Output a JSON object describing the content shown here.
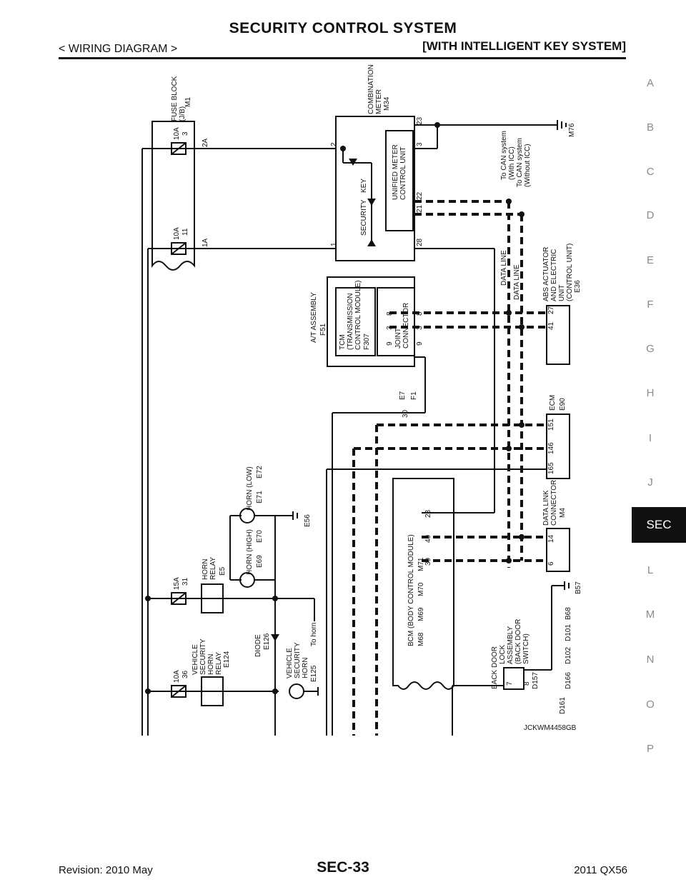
{
  "header": {
    "title": "SECURITY CONTROL SYSTEM",
    "left": "< WIRING DIAGRAM >",
    "right": "[WITH INTELLIGENT KEY SYSTEM]"
  },
  "side_index": [
    "A",
    "B",
    "C",
    "D",
    "E",
    "F",
    "G",
    "H",
    "I",
    "J",
    "SEC",
    "L",
    "M",
    "N",
    "O",
    "P"
  ],
  "active_tab": "SEC",
  "footer": {
    "revision": "Revision: 2010 May",
    "page": "SEC-33",
    "model": "2011 QX56"
  },
  "diagram": {
    "code": "JCKWM4458GB",
    "fuse_block": {
      "label1": "FUSE BLOCK",
      "label2": "(J/B)",
      "conn": "M1"
    },
    "fuses": [
      {
        "amp": "10A",
        "num": "3",
        "pin": "2A"
      },
      {
        "amp": "10A",
        "num": "11",
        "pin": "1A"
      },
      {
        "amp": "15A",
        "num": "31"
      },
      {
        "amp": "10A",
        "num": "36"
      }
    ],
    "combination_meter": {
      "label1": "COMBINATION",
      "label2": "METER",
      "conn": "M34",
      "unit1": "UNIFIED METER",
      "unit2": "CONTROL UNIT",
      "security": "SECURITY",
      "key": "KEY",
      "pins": [
        "2",
        "1",
        "3",
        "23",
        "21",
        "22",
        "28"
      ]
    },
    "ground_m76": "M76",
    "can_notes": [
      "To CAN system",
      "(With ICC)",
      "To CAN system",
      "(Without ICC)"
    ],
    "data_line": "DATA LINE",
    "abs": {
      "l1": "ABS ACTUATOR",
      "l2": "AND ELECTRIC",
      "l3": "UNIT",
      "l4": "(CONTROL UNIT)",
      "conn": "E36",
      "pins": [
        "41",
        "27"
      ]
    },
    "at_assembly": {
      "label": "A/T ASSEMBLY",
      "conn": "F51",
      "tcm1": "TCM",
      "tcm2": "(TRANSMISSION",
      "tcm3": "CONTROL MODULE)",
      "tcm_conn": "F307",
      "tcm_pins": [
        "9",
        "3",
        "8"
      ],
      "joint1": "JOINT",
      "joint2": "CONNECTOR",
      "joint_pins": [
        "9",
        "3",
        "8"
      ]
    },
    "connector_e7": {
      "a": "E7",
      "b": "F1",
      "pin": "30"
    },
    "ecm": {
      "label": "ECM",
      "conn": "E90",
      "pins": [
        "165",
        "146",
        "151"
      ]
    },
    "horn_low": {
      "label": "HORN (LOW)",
      "c1": "E71",
      "c2": "E72"
    },
    "horn_high": {
      "label": "HORN (HIGH)",
      "c1": "E69",
      "c2": "E70"
    },
    "horn_relay": {
      "l1": "HORN",
      "l2": "RELAY",
      "conn": "E5"
    },
    "ground_e56": "E56",
    "dlc": {
      "l1": "DATA LINK",
      "l2": "CONNECTOR",
      "conn": "M4",
      "pins": [
        "6",
        "14"
      ]
    },
    "bcm": {
      "label": "BCM (BODY CONTROL MODULE)",
      "c1": "M68",
      "c2": "M69",
      "c3": "M70",
      "c4": "M71",
      "pins": [
        "39",
        "40",
        "23"
      ]
    },
    "ground_b57": "B57",
    "connectors_b68": [
      "B68",
      "D101",
      "D102",
      "D166"
    ],
    "back_door": {
      "l1": "BACK DOOR",
      "l2": "LOCK",
      "l3": "ASSEMBLY",
      "l4": "(BACK DOOR",
      "l5": "SWITCH)",
      "conn": "D157",
      "conn2": "D161",
      "pins": [
        "7",
        "8"
      ]
    },
    "diode": {
      "label": "DIODE",
      "conn": "E126"
    },
    "to_horn": "To horn",
    "vsh_relay": {
      "l1": "VEHICLE",
      "l2": "SECURITY",
      "l3": "HORN",
      "l4": "RELAY",
      "conn": "E124"
    },
    "vsh": {
      "l1": "VEHICLE",
      "l2": "SECURITY",
      "l3": "HORN",
      "conn": "E125"
    },
    "separator": ","
  }
}
